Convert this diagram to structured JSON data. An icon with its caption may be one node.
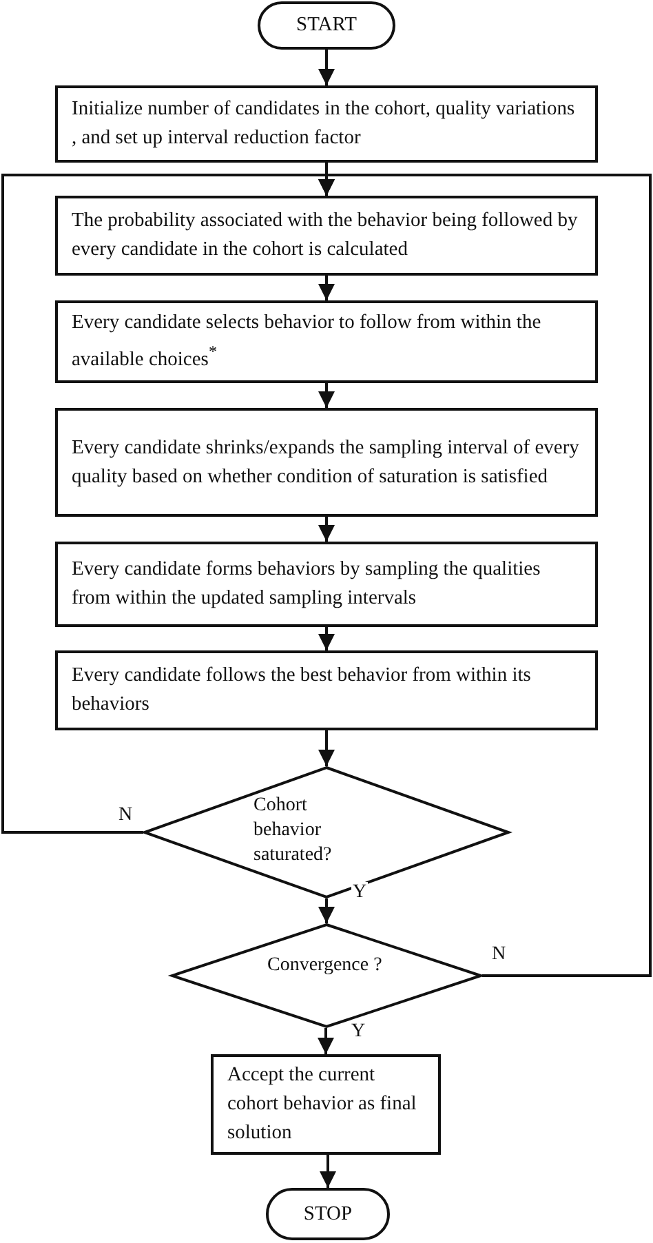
{
  "diagram": {
    "nodes": [
      {
        "text": [
          "START"
        ]
      },
      {
        "text": [
          "Initialize number of candidates  in the cohort, quality variations , and set up interval reduction factor"
        ]
      },
      {
        "text": [
          "The probability associated with the behavior being followed by every candidate in the cohort is calculated"
        ]
      },
      {
        "text": [
          "Every candidate selects behavior to follow from within the  available choices$^{*}$"
        ]
      },
      {
        "text": [
          "Every candidate shrinks/expands the sampling interval of every quality  based on whether condition of saturation is satisfied"
        ]
      },
      {
        "text": [
          "Every candidate forms  behaviors by sampling the qualities from within the updated sampling intervals"
        ]
      },
      {
        "text": [
          "Every candidate follows the best behavior from within its  behaviors"
        ]
      },
      {
        "text": [
          "Cohort behavior saturated?"
        ]
      },
      {
        "text": [
          "Convergence ?"
        ]
      },
      {
        "text": [
          "Accept the current cohort behavior as final solution"
        ]
      },
      {
        "text": [
          "STOP"
        ]
      }
    ],
    "edges": [
      {
        "from": 0,
        "to": 1,
        "arrow": "to"
      },
      {
        "from": 1,
        "to": 2,
        "arrow": "to"
      },
      {
        "from": 2,
        "to": 3,
        "arrow": "to"
      },
      {
        "from": 3,
        "to": 4,
        "arrow": "to"
      },
      {
        "from": 4,
        "to": 5,
        "arrow": "to"
      },
      {
        "from": 5,
        "to": 6,
        "arrow": "to"
      },
      {
        "from": 6,
        "to": 7,
        "arrow": "to"
      },
      {
        "from": 7,
        "to": 8,
        "arrow": "to",
        "label": "Y"
      },
      {
        "from": 7,
        "to": 2,
        "arrow": "to",
        "label": "N"
      },
      {
        "from": 8,
        "to": 9,
        "arrow": "to",
        "label": "Y"
      },
      {
        "from": 8,
        "to": 2,
        "arrow": "to",
        "label": "N"
      },
      {
        "from": 9,
        "to": 10,
        "arrow": "to"
      }
    ]
  }
}
